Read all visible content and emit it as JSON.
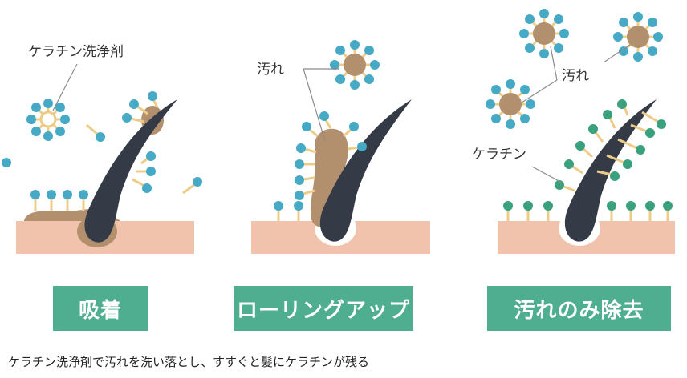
{
  "labels": {
    "detergent": "ケラチン洗浄剤",
    "dirt_panel2": "汚れ",
    "dirt_panel3": "汚れ",
    "keratin": "ケラチン"
  },
  "stages": [
    "吸着",
    "ローリングアップ",
    "汚れのみ除去"
  ],
  "caption": "ケラチン洗浄剤で汚れを洗い落とし、すすぐと髪にケラチンが残る",
  "colors": {
    "skin": "#f1c3ad",
    "hair": "#343a46",
    "dirt": "#b3906d",
    "detergent_head": "#46aac6",
    "keratin_head": "#3aa17f",
    "stick": "#edcc88",
    "banner": "#4fae8f"
  }
}
